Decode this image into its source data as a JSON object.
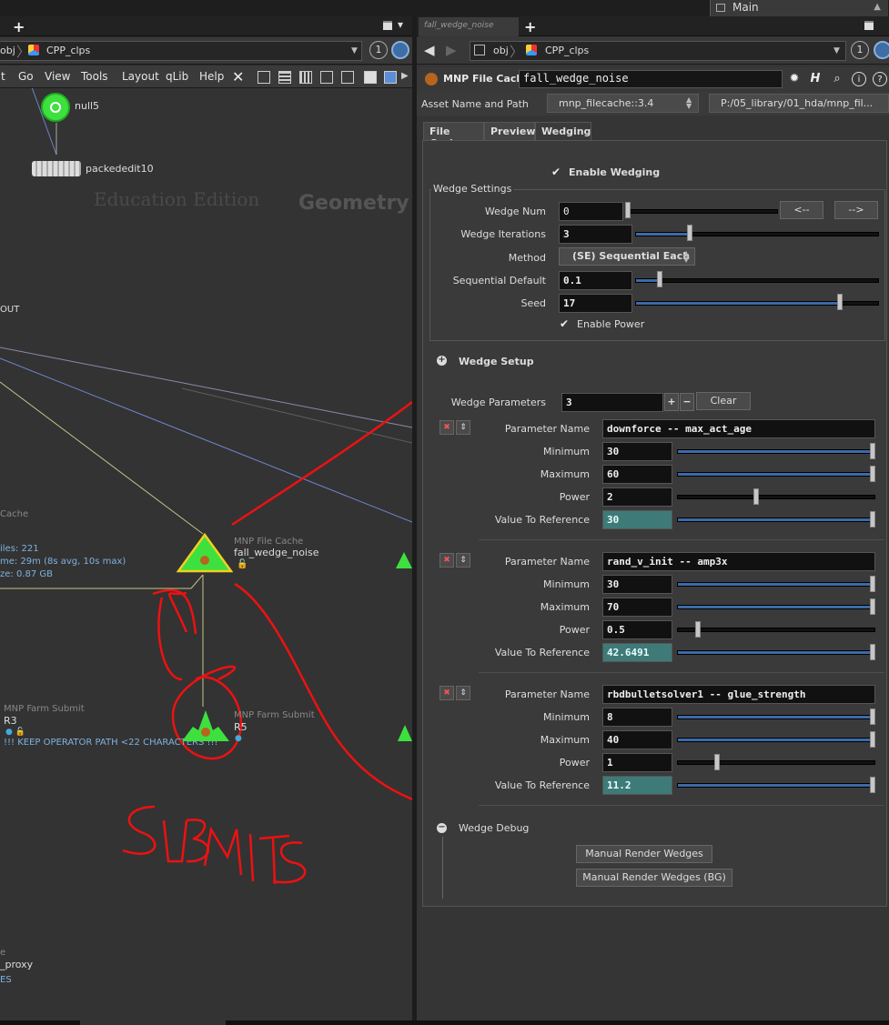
{
  "top": {
    "desk": "Main"
  },
  "left": {
    "path": {
      "root": "obj",
      "node": "CPP_clps",
      "badge": "1"
    },
    "menu": [
      "t",
      "Go",
      "View",
      "Tools",
      "Layout",
      "qLib",
      "Help"
    ],
    "watermark": "Education Edition",
    "context": "Geometry",
    "nodes": {
      "null5": "null5",
      "packededit": "packededit10",
      "out": "OUT",
      "cache_type": "Cache",
      "stat_files": "iles: 221",
      "stat_time": "me: 29m (8s avg, 10s max)",
      "stat_size": "ze:  0.87 GB",
      "filecache_type": "MNP File Cache",
      "filecache_name": "fall_wedge_noise",
      "farm1_type": "MNP Farm Submit",
      "farm1_name": "R3",
      "farm1_warn": "!!!  KEEP OPERATOR PATH <22 CHARACTERS  !!!",
      "farm2_type": "MNP Farm Submit",
      "farm2_name": "R5",
      "bottom1": "e",
      "bottom2": "_proxy",
      "bottom3": "ES"
    },
    "annotation": "SUBMITS"
  },
  "right": {
    "tab": "fall_wedge_noise",
    "path": {
      "root": "obj",
      "node": "CPP_clps",
      "badge": "1"
    },
    "node_type": "MNP File Cache",
    "node_name": "fall_wedge_noise",
    "asset_label": "Asset Name and Path",
    "asset_name": "mnp_filecache::3.4",
    "asset_path": "P:/05_library/01_hda/mnp_fil...",
    "tabs": [
      "File Cache",
      "Preview",
      "Wedging"
    ],
    "enable_wedging": "Enable Wedging",
    "wedge_settings": {
      "title": "Wedge Settings",
      "wedge_num_label": "Wedge Num",
      "wedge_num": "0",
      "prev_btn": "<--",
      "next_btn": "-->",
      "iterations_label": "Wedge Iterations",
      "iterations": "3",
      "method_label": "Method",
      "method": "(SE) Sequential Each",
      "seq_default_label": "Sequential Default",
      "seq_default": "0.1",
      "seed_label": "Seed",
      "seed": "17",
      "enable_power": "Enable Power"
    },
    "wedge_setup": {
      "title": "Wedge Setup",
      "params_label": "Wedge Parameters",
      "params_count": "3",
      "clear": "Clear",
      "labels": {
        "name": "Parameter Name",
        "min": "Minimum",
        "max": "Maximum",
        "power": "Power",
        "ref": "Value To Reference"
      },
      "params": [
        {
          "name": "downforce -- max_act_age",
          "min": "30",
          "max": "60",
          "power": "2",
          "ref": "30"
        },
        {
          "name": "rand_v_init -- amp3x",
          "min": "30",
          "max": "70",
          "power": "0.5",
          "ref": "42.6491"
        },
        {
          "name": "rbdbulletsolver1 -- glue_strength",
          "min": "8",
          "max": "40",
          "power": "1",
          "ref": "11.2"
        }
      ]
    },
    "wedge_debug": {
      "title": "Wedge Debug",
      "btn1": "Manual Render Wedges",
      "btn2": "Manual Render Wedges (BG)"
    }
  }
}
